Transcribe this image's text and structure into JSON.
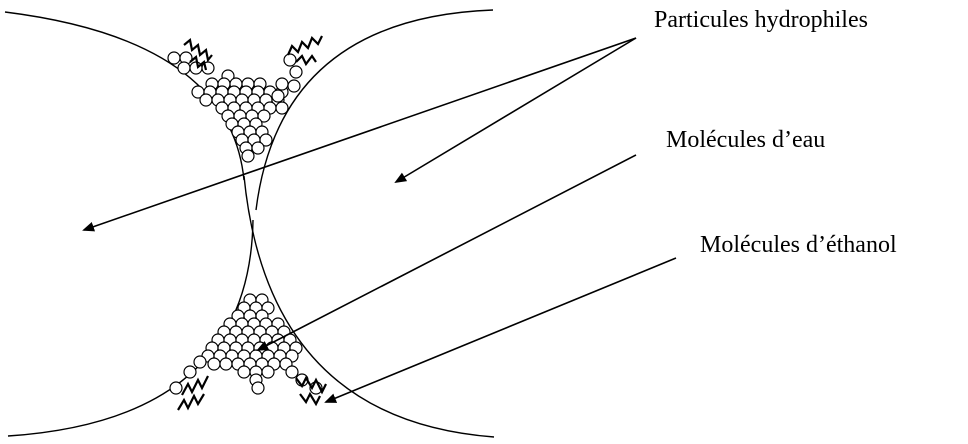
{
  "labels": {
    "hydrophilic_particles": "Particules hydrophiles",
    "water_molecules": "Molécules d’eau",
    "ethanol_molecules": "Molécules d’éthanol"
  },
  "colors": {
    "ink": "#000000",
    "background": "#ffffff"
  }
}
